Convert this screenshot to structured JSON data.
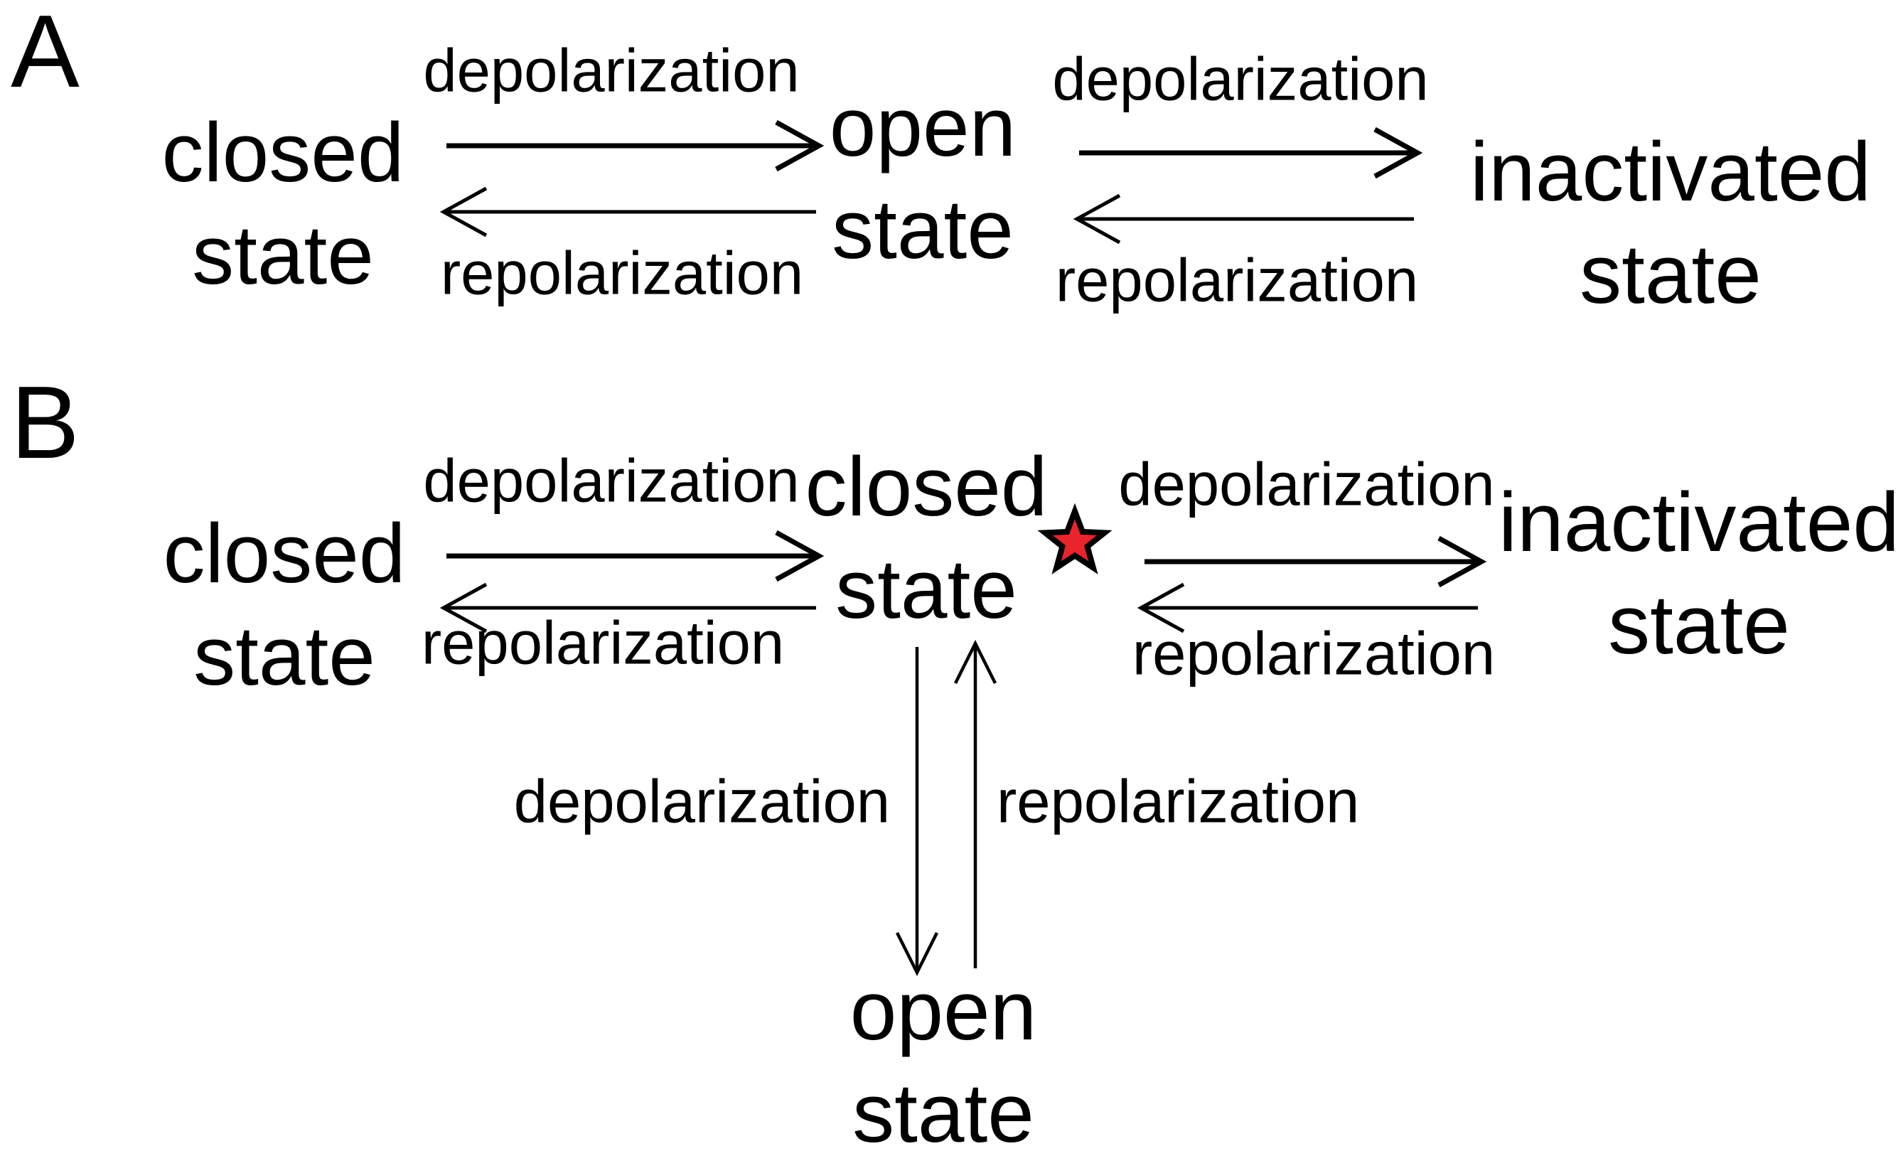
{
  "figure": {
    "background": "#ffffff",
    "text_color": "#000000",
    "star_color": "#e8252d",
    "star_outline": "#000000",
    "panel_a": {
      "label": "A",
      "nodes": {
        "closed": "closed\nstate",
        "open": "open\nstate",
        "inactivated": "inactivated\nstate"
      },
      "transitions": {
        "closed_open": {
          "forward": "depolarization",
          "backward": "repolarization"
        },
        "open_inactivated": {
          "forward": "depolarization",
          "backward": "repolarization"
        }
      }
    },
    "panel_b": {
      "label": "B",
      "nodes": {
        "closed_left": "closed\nstate",
        "closed_middle": "closed\nstate",
        "inactivated": "inactivated\nstate",
        "open": "open\nstate"
      },
      "marker": "red-star",
      "transitions": {
        "closed_closed": {
          "forward": "depolarization",
          "backward": "repolarization"
        },
        "closed_inactivated": {
          "forward": "depolarization",
          "backward": "repolarization"
        },
        "closed_open_vertical": {
          "down": "depolarization",
          "up": "repolarization"
        }
      }
    }
  }
}
